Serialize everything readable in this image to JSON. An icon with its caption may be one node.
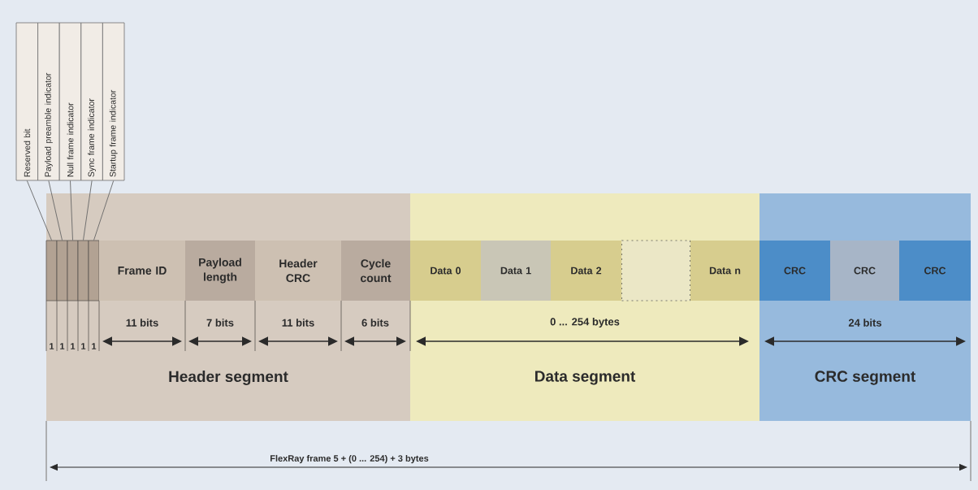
{
  "diagram": {
    "nodes": [
      {
        "text": [
          "Reserved bit"
        ]
      },
      {
        "text": [
          "Payload preamble indicator"
        ]
      },
      {
        "text": [
          "Null frame indicator"
        ]
      },
      {
        "text": [
          "Sync frame indicator"
        ]
      },
      {
        "text": [
          "Startup frame indicator"
        ]
      },
      {
        "text": [
          "Header segment"
        ]
      },
      {
        "text": [],
        "shape": "box",
        "in": 5
      },
      {
        "text": [],
        "shape": "box",
        "in": 5
      },
      {
        "text": [],
        "shape": "box",
        "in": 5
      },
      {
        "text": [],
        "shape": "box",
        "in": 5
      },
      {
        "text": [],
        "shape": "box",
        "in": 5
      },
      {
        "text": [
          "Frame ID"
        ],
        "in": 5
      },
      {
        "text": [
          "Payload length"
        ],
        "in": 5
      },
      {
        "text": [
          "Header CRC"
        ],
        "in": 5
      },
      {
        "text": [
          "Cycle count"
        ],
        "in": 5
      },
      {
        "text": [
          "Data segment"
        ]
      },
      {
        "text": [
          "Data 0"
        ],
        "in": 15
      },
      {
        "text": [
          "Data 1"
        ],
        "in": 15
      },
      {
        "text": [
          "Data 2"
        ],
        "in": 15
      },
      {
        "text": [],
        "shape": "box",
        "in": 15
      },
      {
        "text": [
          "Data n"
        ],
        "in": 15
      },
      {
        "text": [
          "CRC segment"
        ]
      },
      {
        "text": [
          "CRC"
        ],
        "in": 21
      },
      {
        "text": [
          "CRC"
        ],
        "in": 21
      },
      {
        "text": [
          "CRC"
        ],
        "in": 21
      }
    ],
    "edges": [
      {
        "from": 0,
        "to": 6,
        "arrow": "none"
      },
      {
        "from": 1,
        "to": 7,
        "arrow": "none"
      },
      {
        "from": 2,
        "to": 8,
        "arrow": "none"
      },
      {
        "from": 3,
        "to": 9,
        "arrow": "none"
      },
      {
        "from": 4,
        "to": 10,
        "arrow": "none"
      }
    ],
    "labels": [
      "1",
      "1",
      "1",
      "1",
      "1",
      "11 bits",
      "7 bits",
      "11 bits",
      "6 bits",
      "0 ... 254 bytes",
      "24 bits",
      "FlexRay frame 5 + (0 ... 254) + 3 bytes"
    ]
  }
}
